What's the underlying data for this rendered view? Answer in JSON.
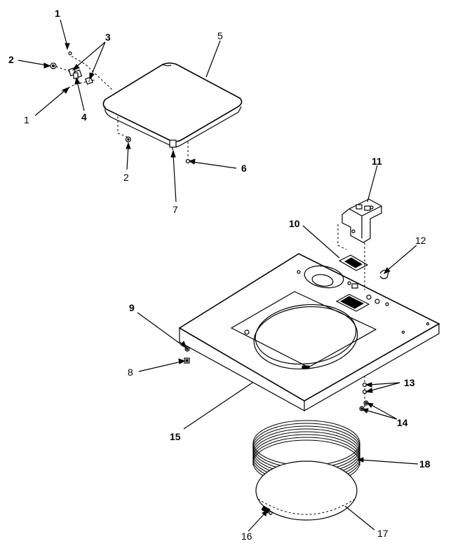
{
  "labels": {
    "p1a": "1",
    "p1b": "1",
    "p2a": "2",
    "p2b": "2",
    "p3": "3",
    "p4": "4",
    "p5": "5",
    "p6": "6",
    "p7": "7",
    "p8": "8",
    "p9": "9",
    "p10": "10",
    "p11": "11",
    "p12": "12",
    "p13": "13",
    "p14": "14",
    "p15": "15",
    "p16": "16",
    "p17": "17",
    "p18": "18"
  }
}
